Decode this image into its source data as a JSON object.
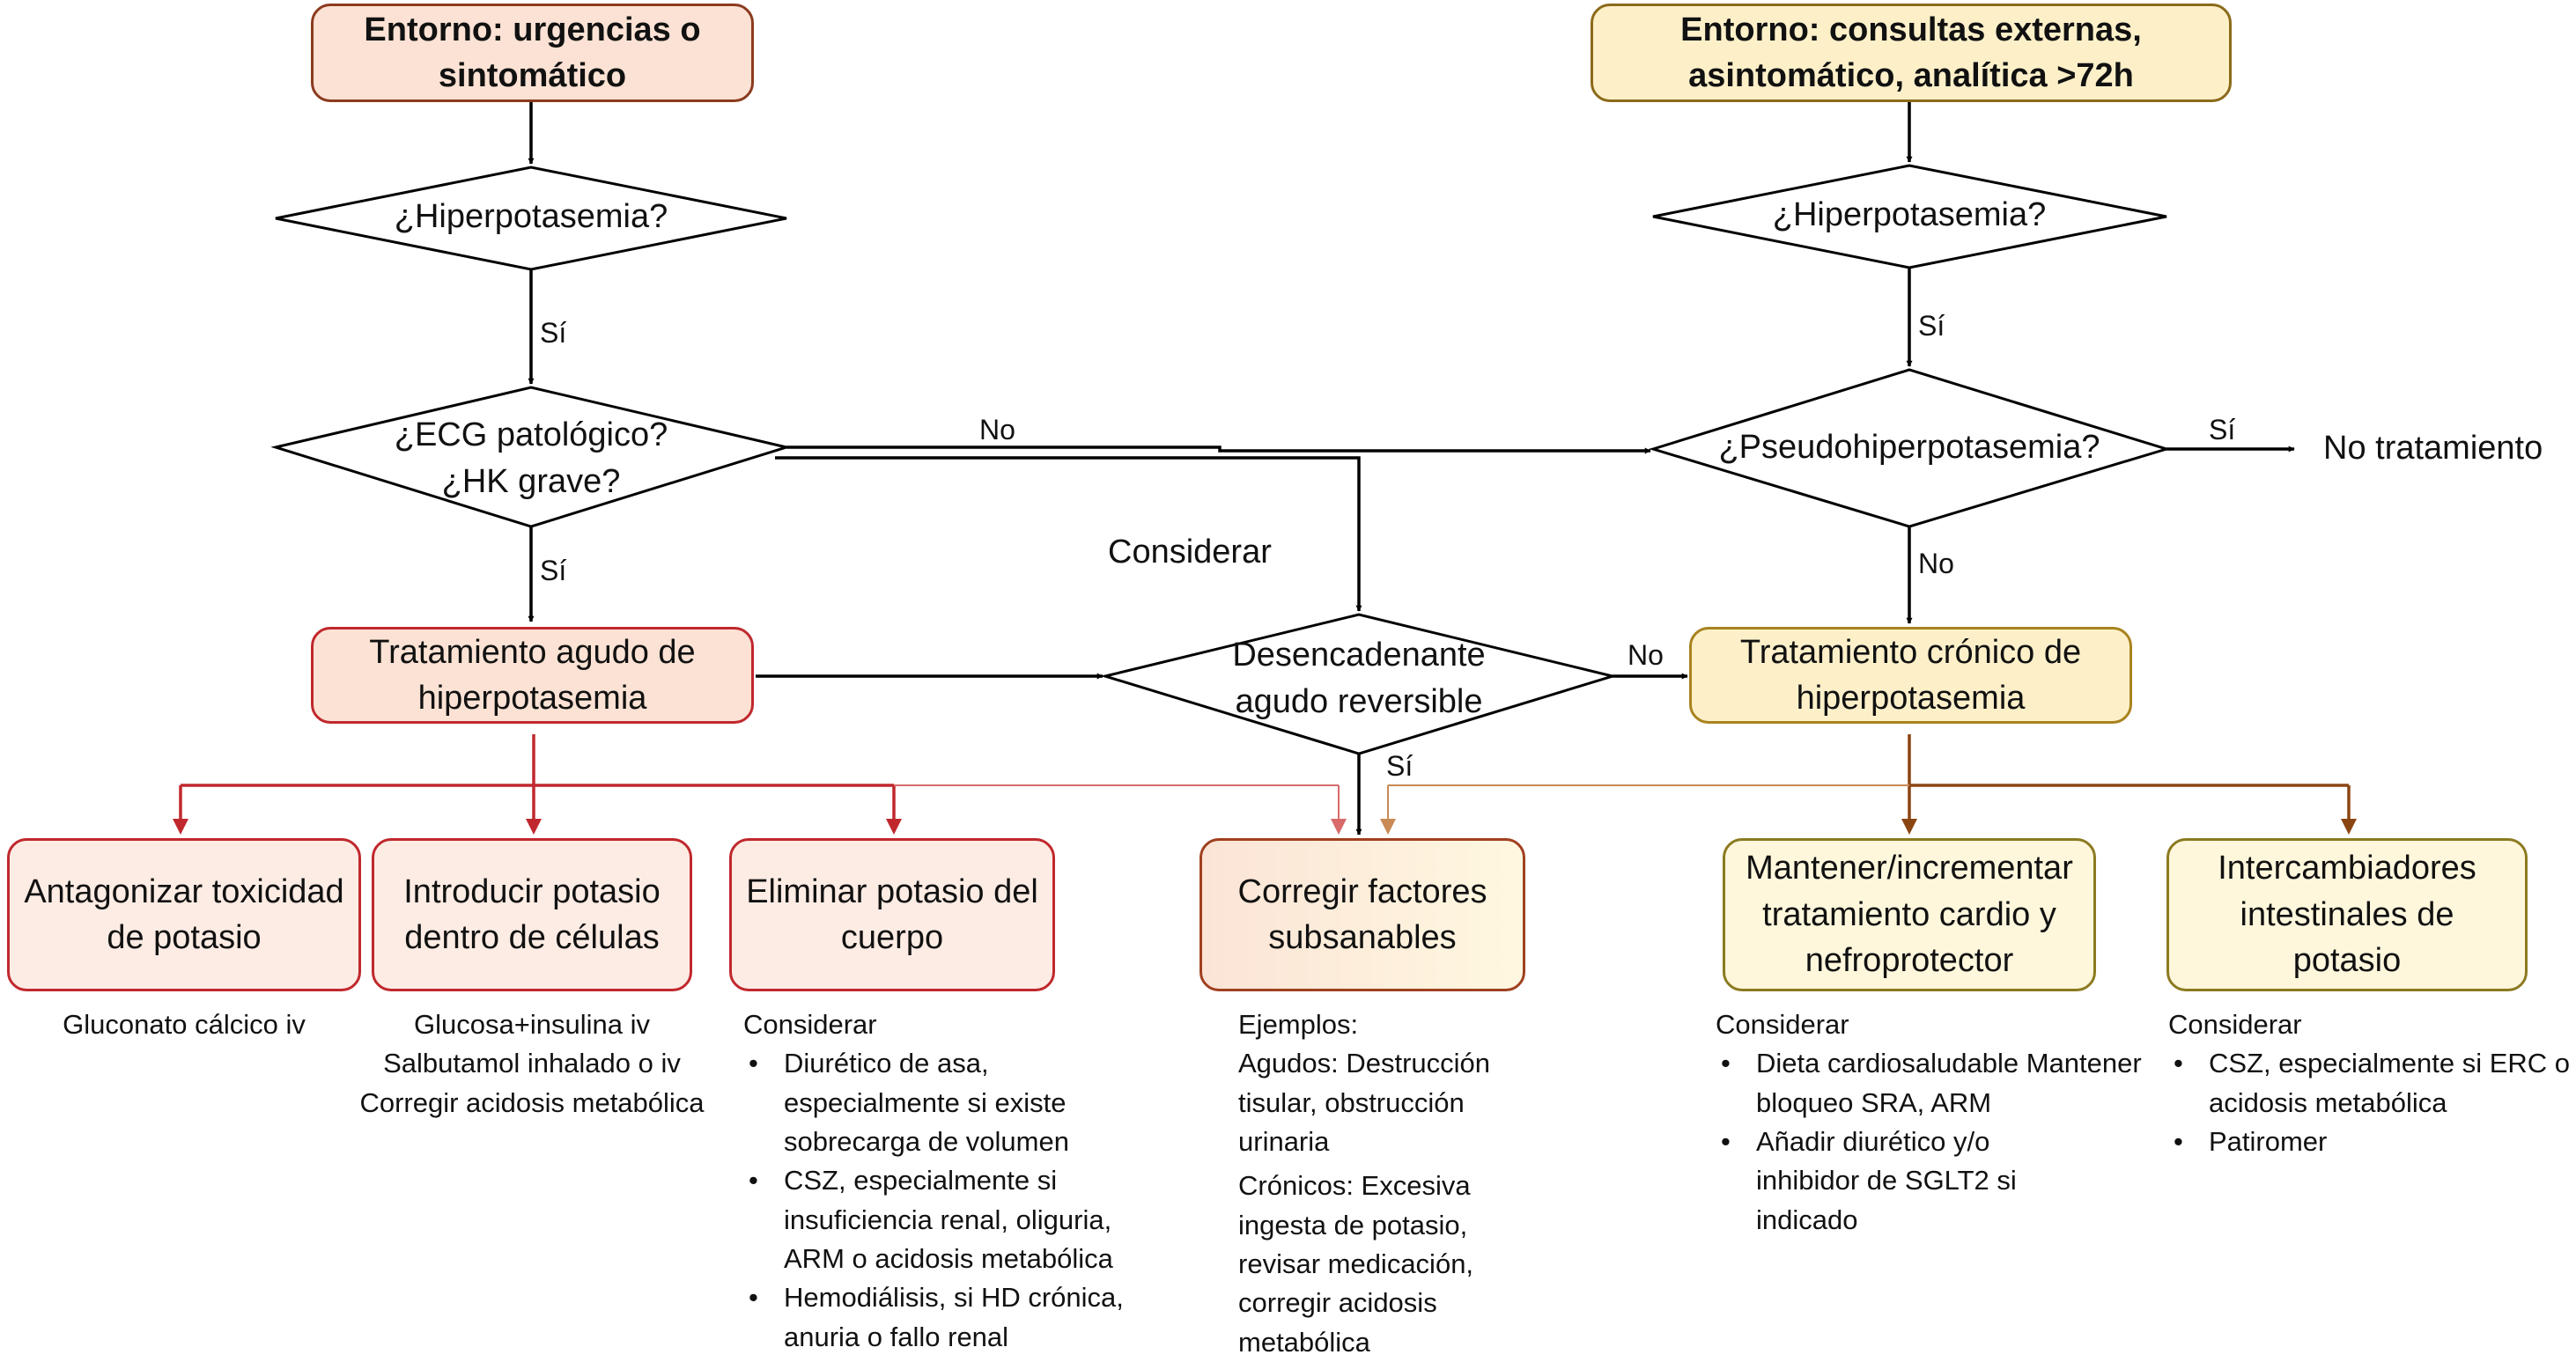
{
  "colors": {
    "red_line": "#c0282d",
    "brown_line": "#8b4513",
    "black_line": "#000000"
  },
  "headers": {
    "left": "Entorno: urgencias o sintomático",
    "right": "Entorno: consultas externas, asintomático, analítica >72h"
  },
  "decisions": {
    "hiper_left": "¿Hiperpotasemia?",
    "ecg_line1": "¿ECG patológico?",
    "ecg_line2": "¿HK grave?",
    "hiper_right": "¿Hiperpotasemia?",
    "pseudo": "¿Pseudohiperpotasemia?",
    "trigger_line1": "Desencadenante",
    "trigger_line2": "agudo reversible"
  },
  "edge_labels": {
    "si": "Sí",
    "no": "No",
    "considerar": "Considerar",
    "no_tratamiento": "No tratamiento"
  },
  "treatments": {
    "acute": "Tratamiento agudo de hiperpotasemia",
    "chronic": "Tratamiento crónico de hiperpotasemia"
  },
  "actions": {
    "antagonize": "Antagonizar toxicidad de potasio",
    "introduce": "Introducir potasio dentro de células",
    "eliminate": "Eliminar potasio del cuerpo",
    "correct": "Corregir factores subsanables",
    "maintain": "Mantener/incrementar tratamiento cardio y nefroprotector",
    "exchangers": "Intercambiadores intestinales de potasio"
  },
  "notes": {
    "antagonize": [
      "Gluconato cálcico iv"
    ],
    "introduce": [
      "Glucosa+insulina iv",
      "Salbutamol inhalado o iv",
      "Corregir acidosis metabólica"
    ],
    "eliminate": {
      "heading": "Considerar",
      "items": [
        "Diurético de asa, especialmente si existe sobrecarga de volumen",
        "CSZ, especialmente si insuficiencia renal, oliguria, ARM o acidosis metabólica",
        "Hemodiálisis, si HD crónica, anuria o fallo renal"
      ]
    },
    "correct": {
      "heading": "Ejemplos:",
      "acute": "Agudos: Destrucción tisular, obstrucción urinaria",
      "chronic": "Crónicos: Excesiva ingesta de potasio, revisar medicación, corregir acidosis metabólica"
    },
    "maintain": {
      "heading": "Considerar",
      "items": [
        "Dieta cardiosaludable Mantener bloqueo SRA, ARM",
        "Añadir diurético y/o inhibidor de SGLT2 si indicado"
      ]
    },
    "exchangers": {
      "heading": "Considerar",
      "items": [
        "CSZ, especialmente si ERC o acidosis metabólica",
        "Patiromer"
      ]
    }
  }
}
